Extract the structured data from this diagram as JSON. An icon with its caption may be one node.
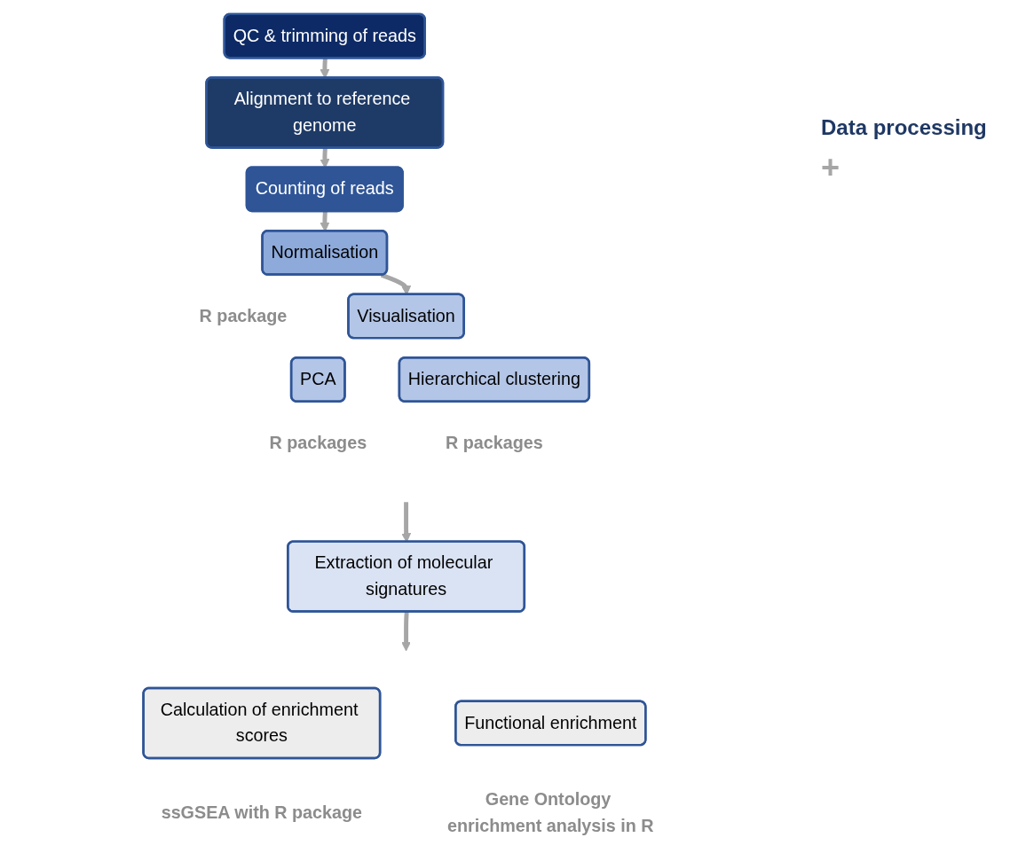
{
  "diagram": {
    "nodes": [
      {
        "text": [
          "QC & trimming of reads"
        ]
      },
      {
        "text": [
          "Alignment to reference genome"
        ]
      },
      {
        "text": [
          "Counting of reads"
        ]
      },
      {
        "text": [
          "Normalisation"
        ],
        "beside": [
          "R package"
        ]
      },
      {
        "text": [
          "Visualisation"
        ]
      },
      {
        "text": [
          "PCA"
        ],
        "beside": [
          "R packages"
        ]
      },
      {
        "text": [
          "Hierarchical clustering"
        ],
        "beside": [
          "R packages"
        ]
      },
      {
        "text": [
          "Extraction of molecular signatures"
        ]
      },
      {
        "text": [
          "Calculation of enrichment scores"
        ],
        "beside": [
          "ssGSEA with R package"
        ]
      },
      {
        "text": [
          "Functional enrichment"
        ],
        "beside": [
          "Gene Ontology enrichment analysis in R"
        ]
      }
    ],
    "edges": [
      {
        "from": 0,
        "to": 1,
        "arrow": "to"
      },
      {
        "from": 1,
        "to": 2,
        "arrow": "to"
      },
      {
        "from": 2,
        "to": 3,
        "arrow": "to"
      },
      {
        "from": 3,
        "to": 4,
        "arrow": "to"
      },
      {
        "from": null,
        "to": 7,
        "arrow": "to"
      },
      {
        "from": 7,
        "to": null,
        "arrow": "to"
      }
    ],
    "labels": [
      "Data processing",
      "+"
    ]
  }
}
